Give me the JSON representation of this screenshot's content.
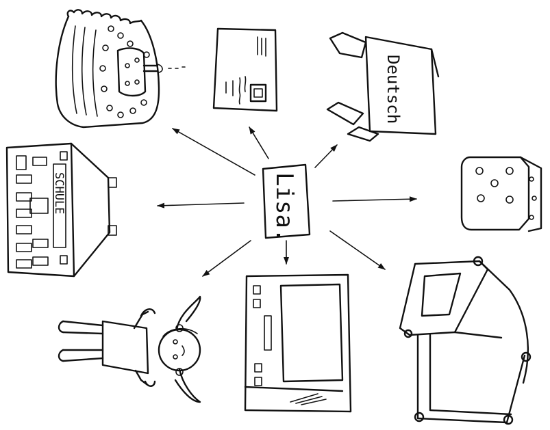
{
  "center": {
    "label": "Lisa."
  },
  "labels": {
    "book_title": "Deutsch",
    "school_sign": "SCHULE"
  },
  "items": [
    {
      "name": "birthday-cake"
    },
    {
      "name": "postcard"
    },
    {
      "name": "book"
    },
    {
      "name": "school"
    },
    {
      "name": "dice"
    },
    {
      "name": "girl"
    },
    {
      "name": "television"
    },
    {
      "name": "chair"
    }
  ]
}
